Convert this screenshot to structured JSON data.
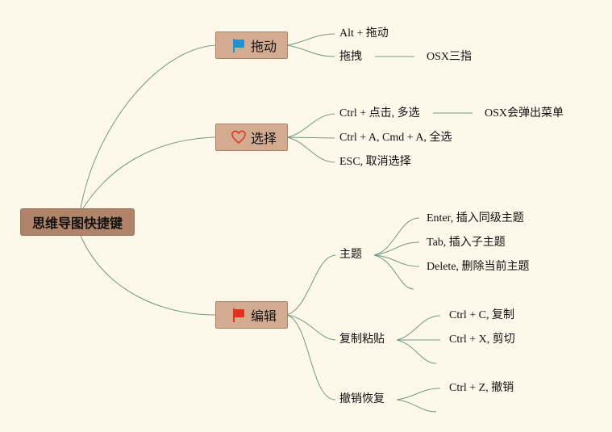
{
  "root": {
    "label": "思维导图快捷键"
  },
  "branches": [
    {
      "label": "拖动",
      "icon": "blue-flag-icon",
      "children": [
        {
          "label": "Alt + 拖动"
        },
        {
          "label": "拖拽",
          "note": "OSX三指"
        }
      ]
    },
    {
      "label": "选择",
      "icon": "heart-icon",
      "children": [
        {
          "label": "Ctrl + 点击, 多选",
          "note": "OSX会弹出菜单"
        },
        {
          "label": "Ctrl + A, Cmd + A, 全选"
        },
        {
          "label": "ESC, 取消选择"
        }
      ]
    },
    {
      "label": "编辑",
      "icon": "red-flag-icon",
      "children": [
        {
          "label": "主题",
          "items": [
            "Enter, 插入同级主题",
            "Tab, 插入子主题",
            "Delete, 删除当前主题",
            ""
          ]
        },
        {
          "label": "复制粘贴",
          "items": [
            "Ctrl + C, 复制",
            "Ctrl + X, 剪切",
            ""
          ]
        },
        {
          "label": "撤销恢复",
          "items": [
            "Ctrl + Z, 撤销",
            ""
          ]
        }
      ]
    }
  ],
  "colors": {
    "background": "#fdf8e9",
    "link": "#6f9a83",
    "root_fill": "#b08468",
    "branch_fill": "#d2ab90",
    "flag_blue": "#1f8fd6",
    "flag_red": "#e5301e",
    "heart": "#e0422b"
  }
}
